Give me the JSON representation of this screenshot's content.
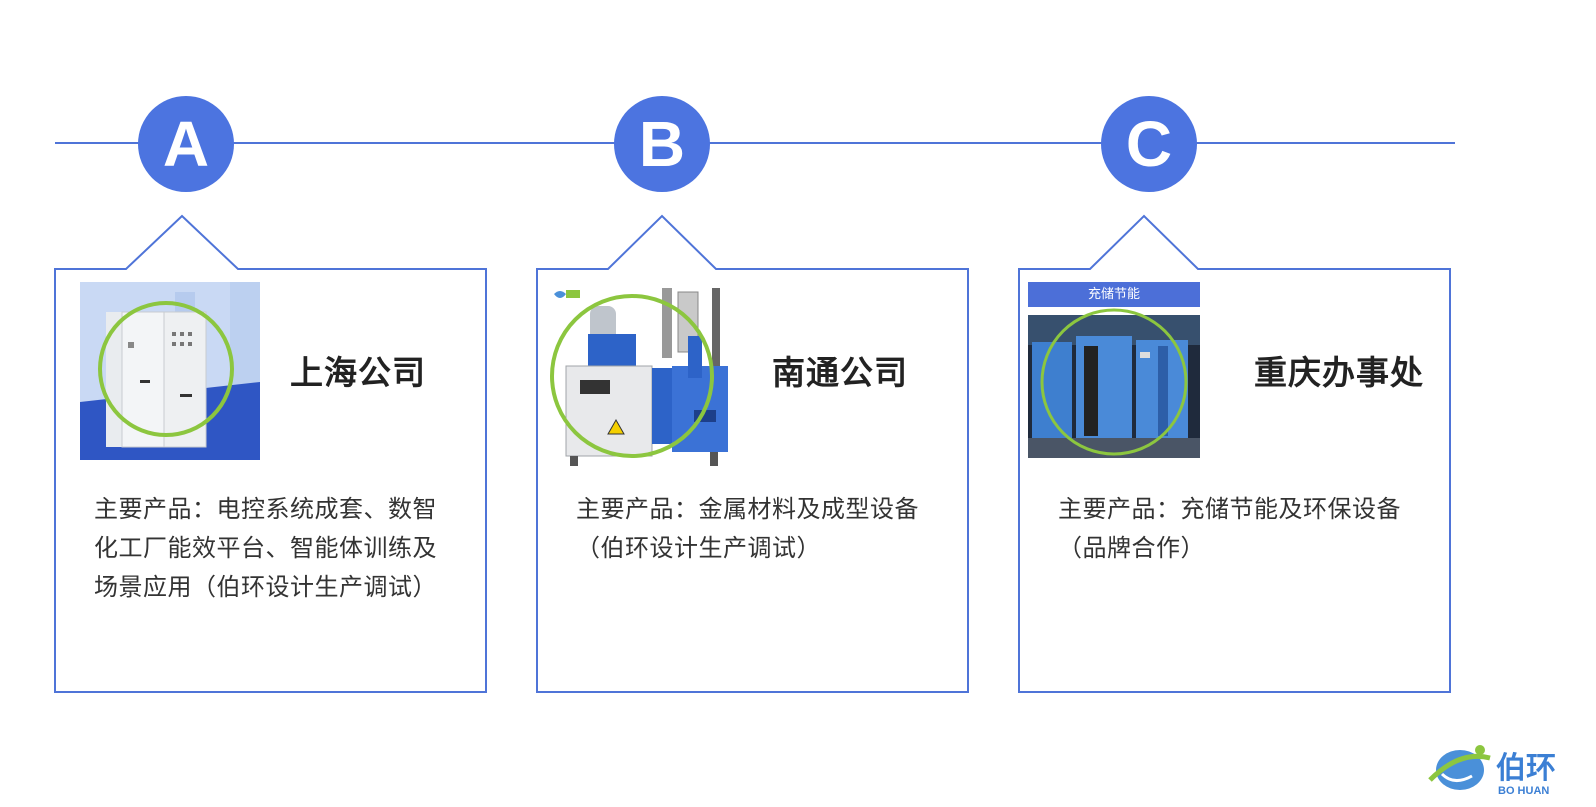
{
  "markers": [
    "A",
    "B",
    "C"
  ],
  "cards": [
    {
      "title": "上海公司",
      "description": "主要产品：电控系统成套、数智化工厂能效平台、智能体训练及场景应用（伯环设计生产调试）"
    },
    {
      "title": "南通公司",
      "description": "主要产品：金属材料及成型设备（伯环设计生产调试）"
    },
    {
      "title": "重庆办事处",
      "description": "主要产品：充储节能及环保设备（品牌合作）",
      "image_banner": "充储节能"
    }
  ],
  "logo": {
    "name": "伯环",
    "sub": "BO HUAN"
  },
  "colors": {
    "accent": "#4c74e0",
    "line": "#4f74d8",
    "ring": "#8cc63f"
  }
}
